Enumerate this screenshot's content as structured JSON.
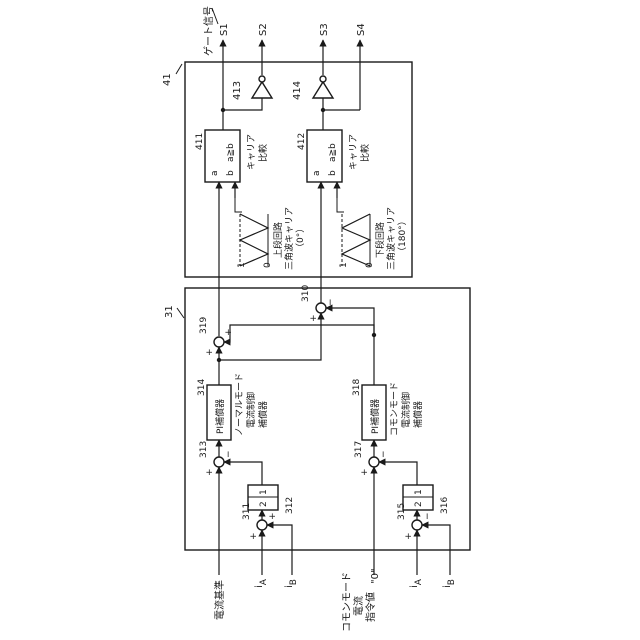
{
  "blocks": {
    "b41": {
      "ref": "41"
    },
    "b31": {
      "ref": "31"
    }
  },
  "top_labels": {
    "gate": "ゲート信号",
    "s1": "S1",
    "s2": "S2",
    "s3": "S3",
    "s4": "S4"
  },
  "inverters": {
    "r413": "413",
    "r414": "414"
  },
  "comparators": {
    "c411": {
      "ref": "411",
      "a": "a",
      "b": "b",
      "cond": "a≧b",
      "name1": "キャリア",
      "name2": "比較"
    },
    "c412": {
      "ref": "412",
      "a": "a",
      "b": "b",
      "cond": "a≧b",
      "name1": "キャリア",
      "name2": "比較"
    }
  },
  "carriers": {
    "upper": {
      "line1": "上段回路",
      "line2": "三角波キャリア",
      "line3": "（0°）",
      "one": "1",
      "zero": "0"
    },
    "lower": {
      "line1": "下段回路",
      "line2": "三角波キャリア",
      "line3": "（180°）",
      "one": "1",
      "zero": "0"
    }
  },
  "summers": {
    "s319": "319",
    "s310": "310",
    "s313": "313",
    "s317": "317",
    "s311": "311",
    "s315": "315",
    "plus": "+",
    "minus": "−"
  },
  "compensators": {
    "pi314": {
      "ref": "314",
      "label": "PI補償器",
      "d1": "ノーマルモード",
      "d2": "電流制御",
      "d3": "補償器"
    },
    "pi318": {
      "ref": "318",
      "label": "PI補償器",
      "d1": "コモンモード",
      "d2": "電流制御",
      "d3": "補償器"
    }
  },
  "gains": {
    "g312": {
      "ref": "312",
      "v1": "1",
      "v2": "2"
    },
    "g316": {
      "ref": "316",
      "v1": "1",
      "v2": "2"
    }
  },
  "inputs": {
    "ref_current": "電流基準",
    "common_cmd_1": "コモンモード",
    "common_cmd_2": "電流",
    "common_cmd_3": "指令値",
    "zero": "\"0\"",
    "ia1": "i",
    "ia1_sub": "A",
    "ib1": "i",
    "ib1_sub": "B",
    "ia2": "i",
    "ia2_sub": "A",
    "ib2": "i",
    "ib2_sub": "B"
  }
}
